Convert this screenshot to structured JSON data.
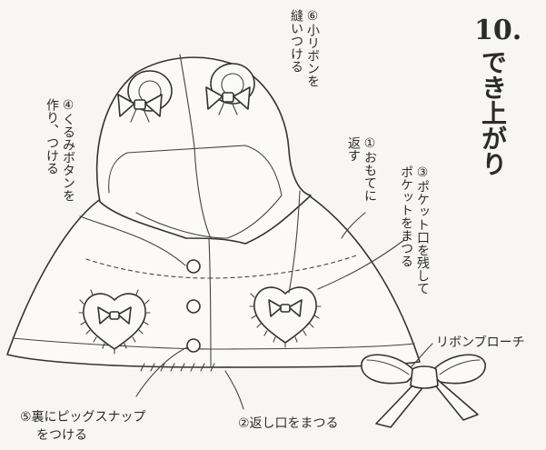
{
  "title": {
    "number": "10.",
    "text": "でき上がり"
  },
  "annotations": {
    "a1": {
      "lines": [
        "①おもてに",
        "返す"
      ]
    },
    "a3": {
      "lines": [
        "③ポケット口を残して",
        "ポケットをまつる"
      ]
    },
    "a4": {
      "lines": [
        "④くるみボタンを",
        "作り、つける"
      ]
    },
    "a6": {
      "lines": [
        "⑥小リボンを",
        "縫いつける"
      ]
    },
    "a2": {
      "text": "②返し口をまつる"
    },
    "a5": {
      "lines": [
        "⑤裏にピッグスナップ",
        "をつける"
      ]
    },
    "brooch": {
      "text": "リボンブローチ"
    }
  }
}
